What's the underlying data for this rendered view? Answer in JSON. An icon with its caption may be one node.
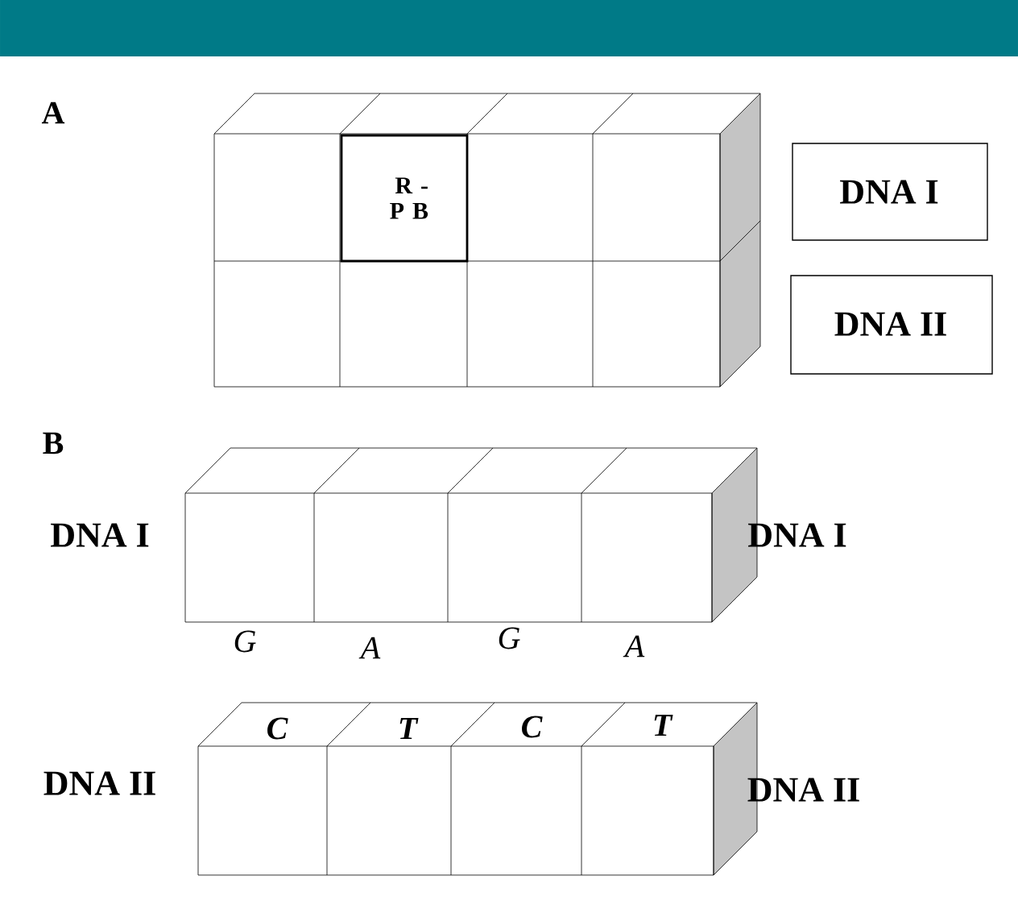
{
  "diagram": {
    "nodes": [
      {
        "text": [
          "R - P B"
        ]
      },
      {
        "text": [
          "DNA I"
        ]
      },
      {
        "text": [
          "DNA II"
        ]
      }
    ],
    "labels": [
      "A",
      "B",
      "DNA I",
      "DNA I",
      "G",
      "A",
      "G",
      "A",
      "C",
      "T",
      "C",
      "T",
      "DNA II",
      "DNA II"
    ]
  }
}
